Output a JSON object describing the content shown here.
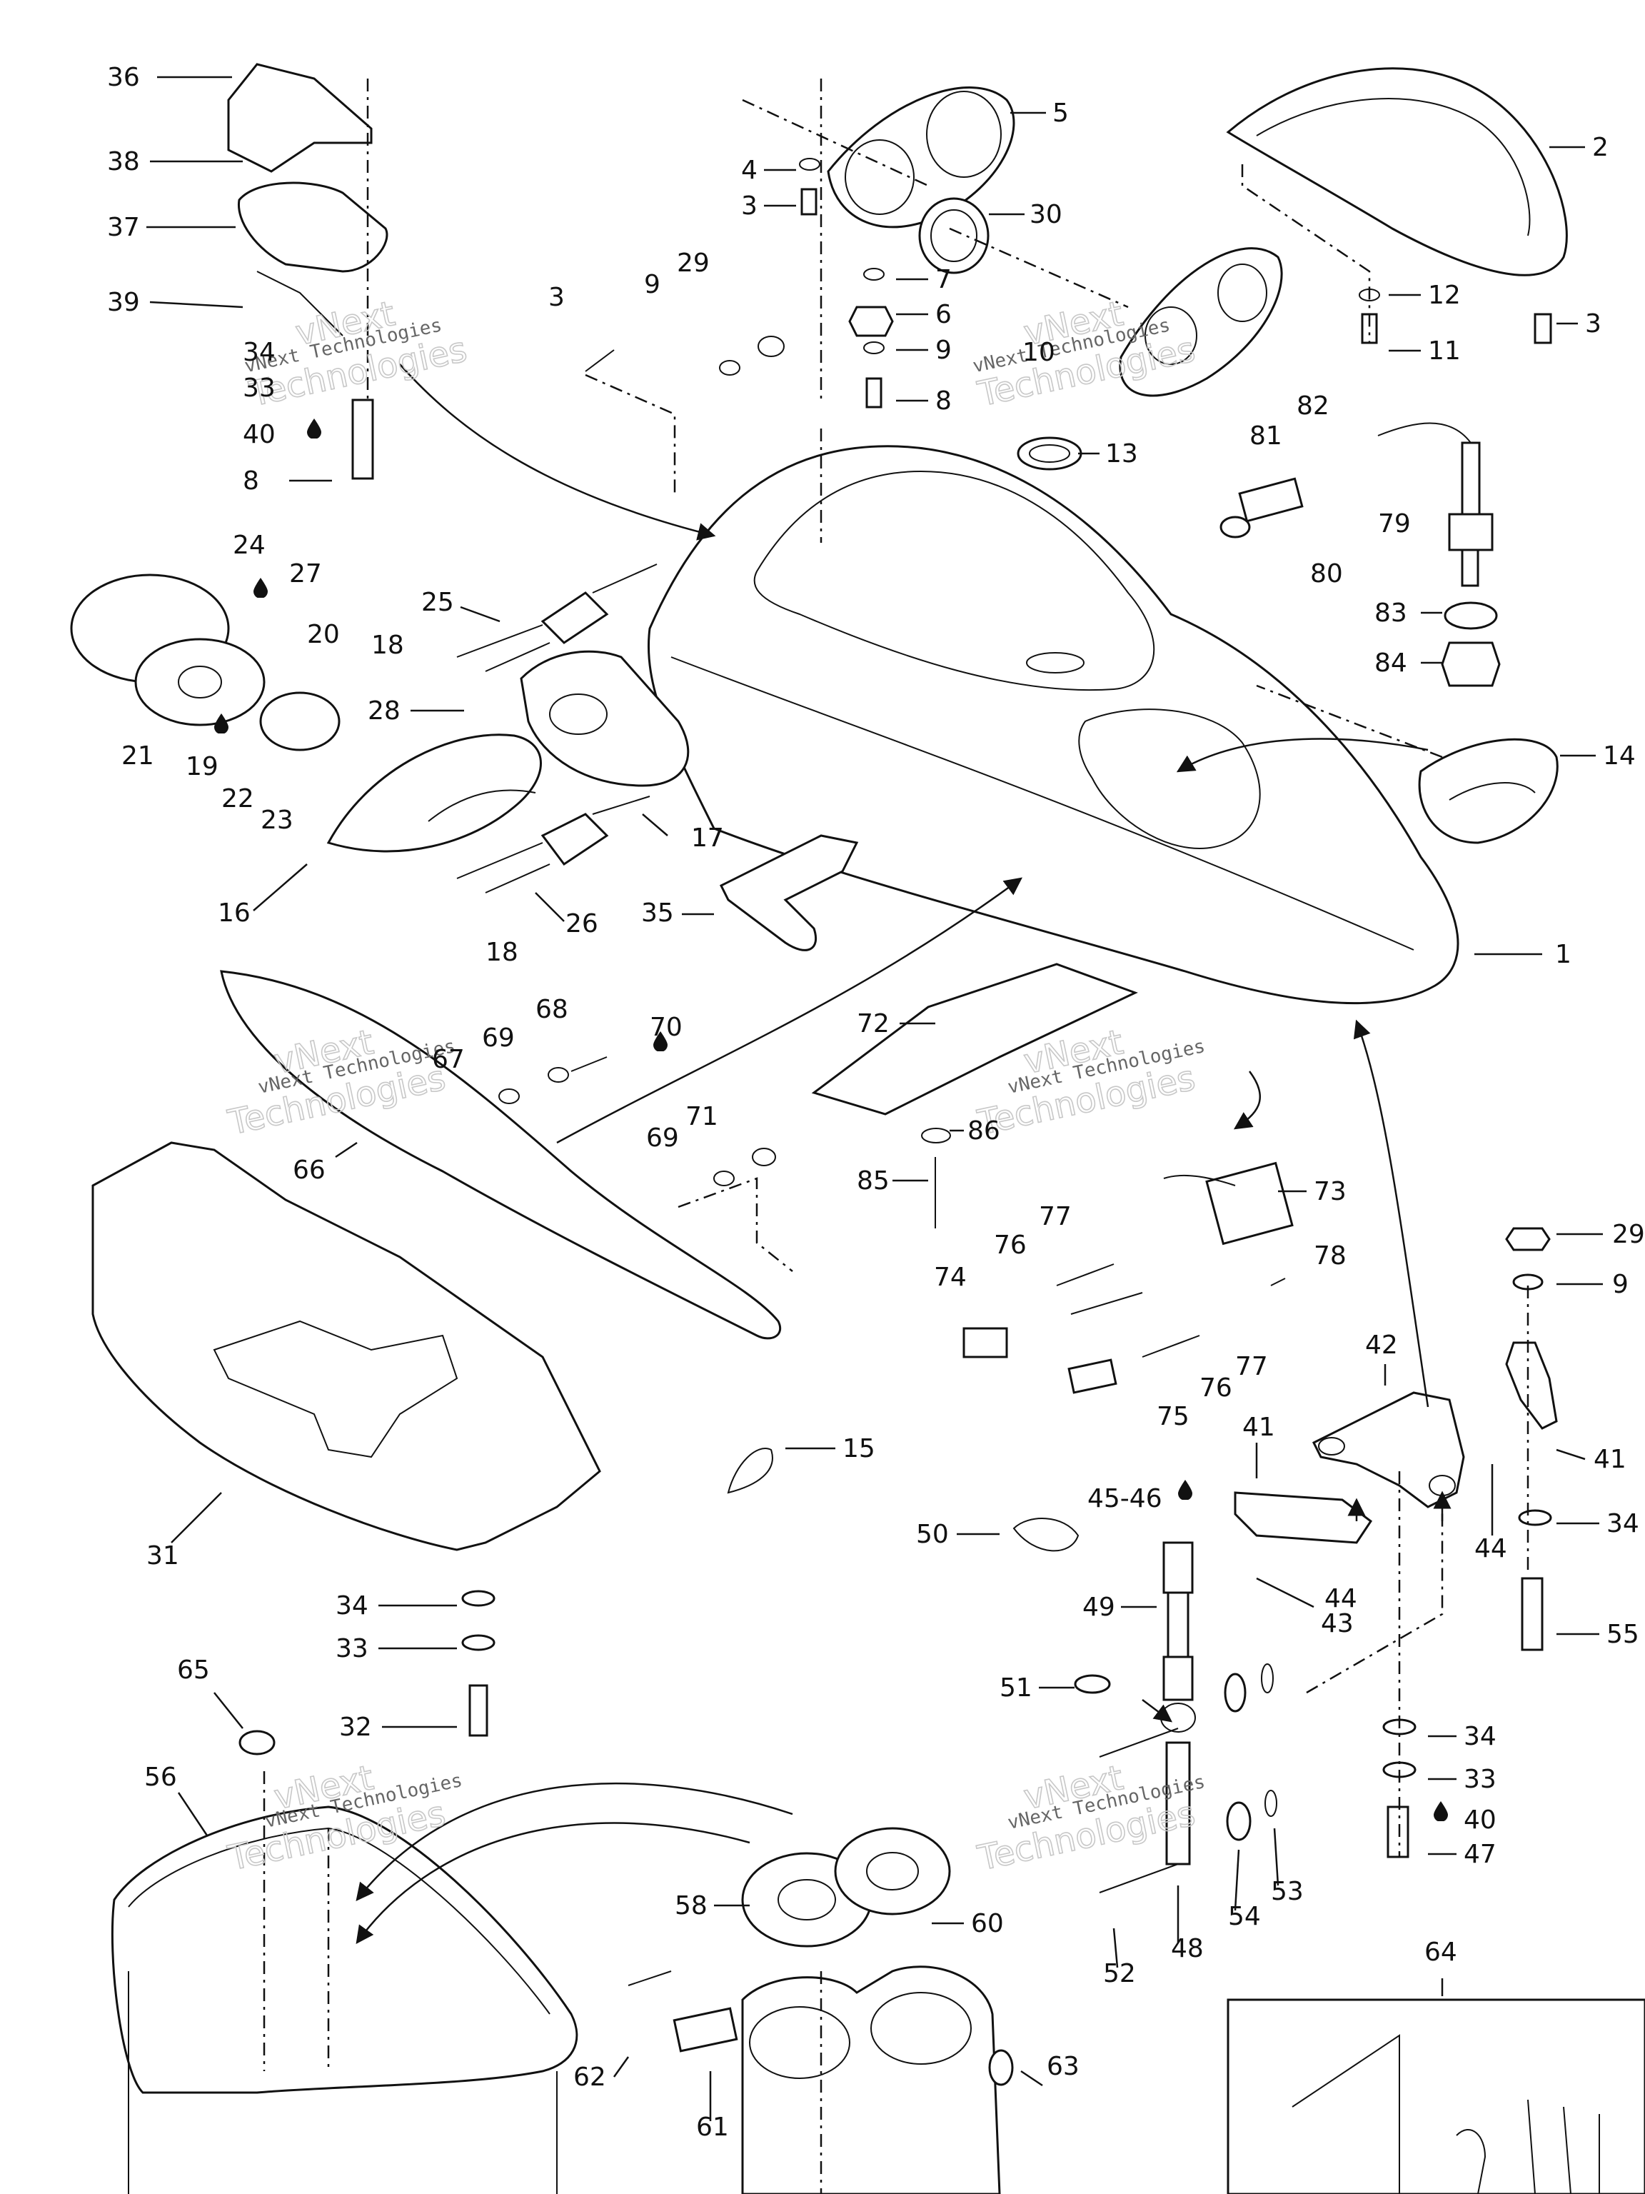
{
  "watermark": {
    "line1": "vNext",
    "line2": "Technologies",
    "caption": "vNext Technologies"
  },
  "drop_icon": "oil-drop-icon",
  "labels": [
    "36",
    "38",
    "37",
    "39",
    "34",
    "33",
    "40",
    "8",
    "24",
    "27",
    "20",
    "21",
    "19",
    "22",
    "23",
    "16",
    "17",
    "25",
    "18",
    "28",
    "17",
    "26",
    "18",
    "35",
    "3",
    "9",
    "29",
    "4",
    "3",
    "5",
    "30",
    "7",
    "6",
    "9",
    "8",
    "10",
    "2",
    "12",
    "11",
    "3",
    "13",
    "82",
    "81",
    "79",
    "80",
    "83",
    "84",
    "14",
    "1",
    "68",
    "69",
    "70",
    "67",
    "66",
    "72",
    "71",
    "69",
    "86",
    "85",
    "73",
    "77",
    "76",
    "78",
    "74",
    "77",
    "76",
    "75",
    "15",
    "29",
    "9",
    "42",
    "41",
    "41",
    "45-46",
    "50",
    "44",
    "44",
    "34",
    "43",
    "49",
    "55",
    "51",
    "34",
    "33",
    "40",
    "47",
    "31",
    "34",
    "33",
    "32",
    "65",
    "56",
    "58",
    "60",
    "52",
    "48",
    "54",
    "53",
    "64",
    "62",
    "61",
    "63"
  ]
}
